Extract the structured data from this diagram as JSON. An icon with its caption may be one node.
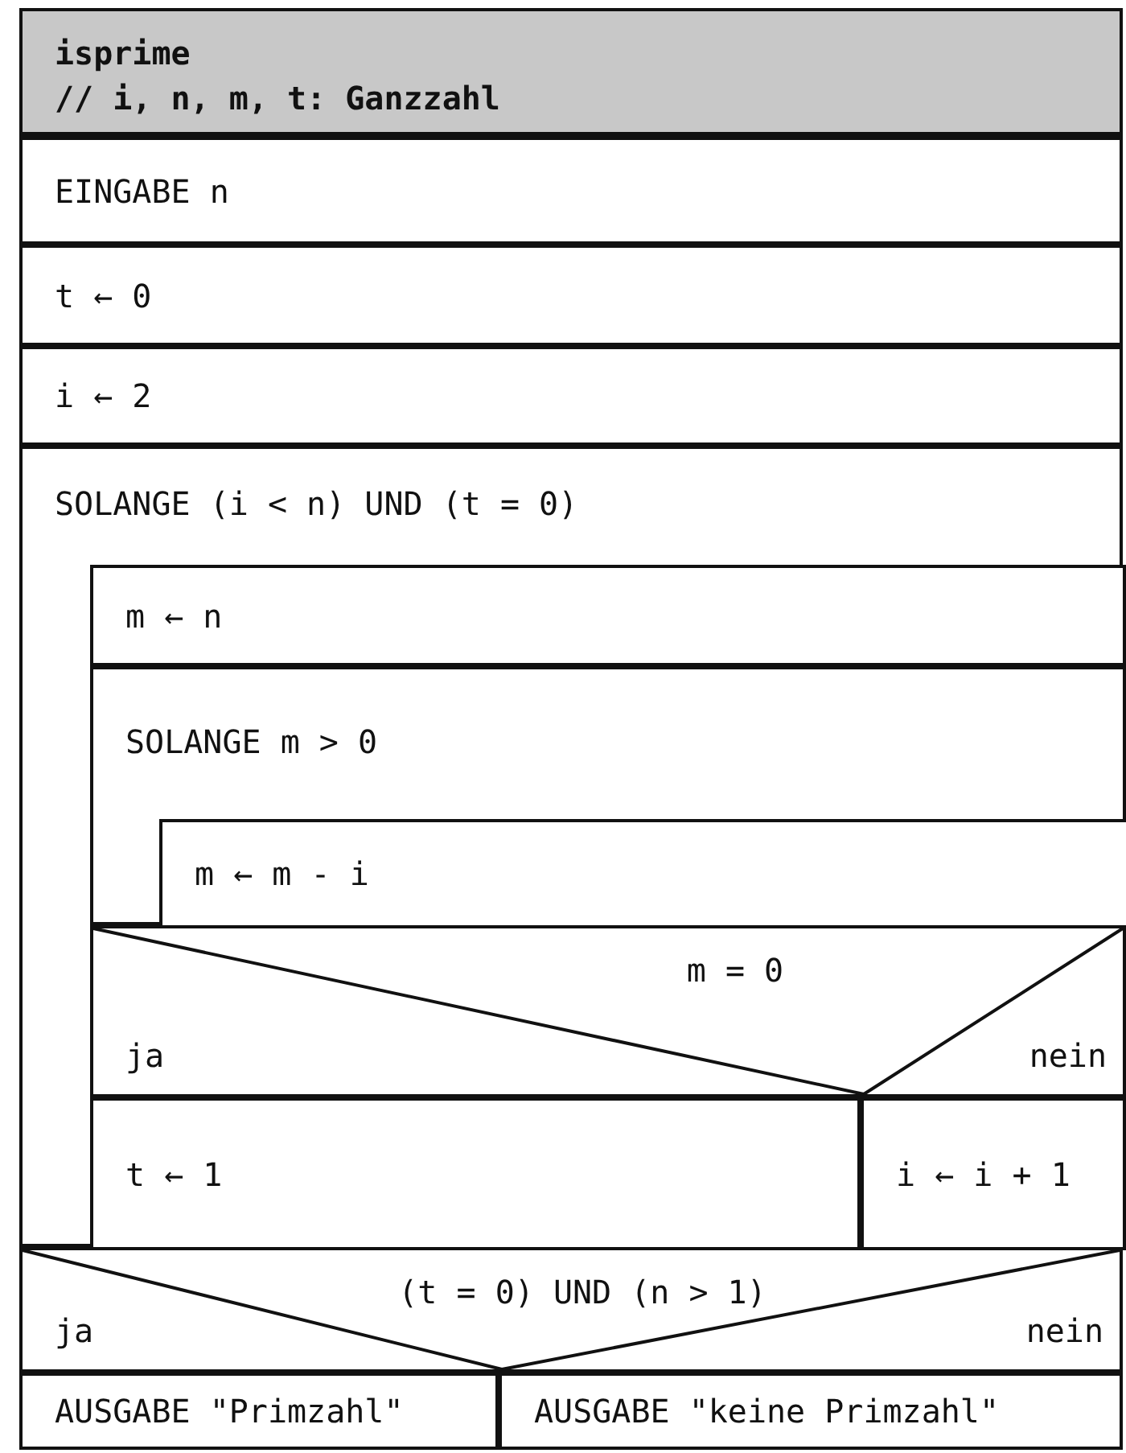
{
  "diagram": {
    "nodes": [
      {
        "text": [
          "isprime",
          "// i, n, m, t: Ganzzahl"
        ]
      },
      {
        "text": [
          "EINGABE n"
        ]
      },
      {
        "text": [
          "t ← 0"
        ]
      },
      {
        "text": [
          "i ← 2"
        ]
      },
      {
        "text": [
          "SOLANGE (i < n) UND (t = 0)"
        ]
      },
      {
        "text": [
          "m ← n"
        ],
        "in": 4
      },
      {
        "text": [
          "SOLANGE m > 0"
        ],
        "in": 4
      },
      {
        "text": [
          "m ← m - i"
        ],
        "in": 6
      },
      {
        "text": [
          "m = 0",
          "ja",
          "nein"
        ],
        "in": 4
      },
      {
        "text": [
          "t ← 1"
        ],
        "in": 4
      },
      {
        "text": [
          "i ← i + 1"
        ],
        "in": 4
      },
      {
        "text": [
          "(t = 0) UND (n > 1)",
          "ja",
          "nein"
        ]
      },
      {
        "text": [
          "AUSGABE \"Primzahl\""
        ]
      },
      {
        "text": [
          "AUSGABE \"keine Primzahl\""
        ]
      }
    ]
  }
}
